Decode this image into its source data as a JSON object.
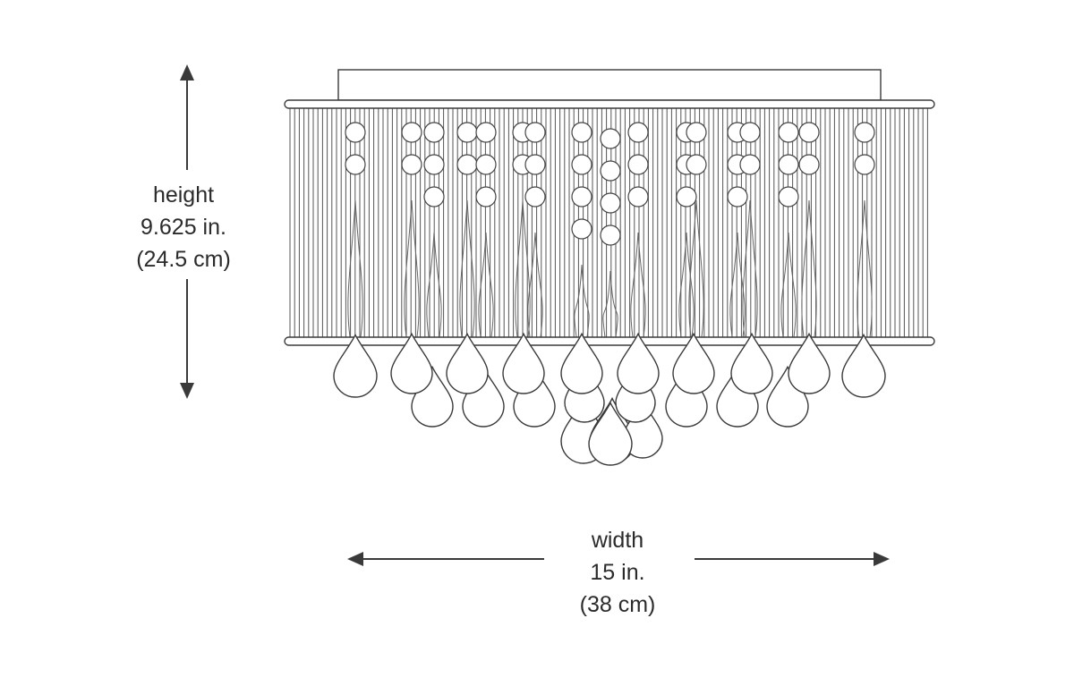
{
  "diagram": {
    "height_dimension": {
      "label": "height",
      "imperial": "9.625 in.",
      "metric": "(24.5 cm)"
    },
    "width_dimension": {
      "label": "width",
      "imperial": "15 in.",
      "metric": "(38 cm)"
    },
    "colors": {
      "line": "#3a3a3a",
      "text": "#2b2b2b",
      "background": "#ffffff"
    }
  }
}
